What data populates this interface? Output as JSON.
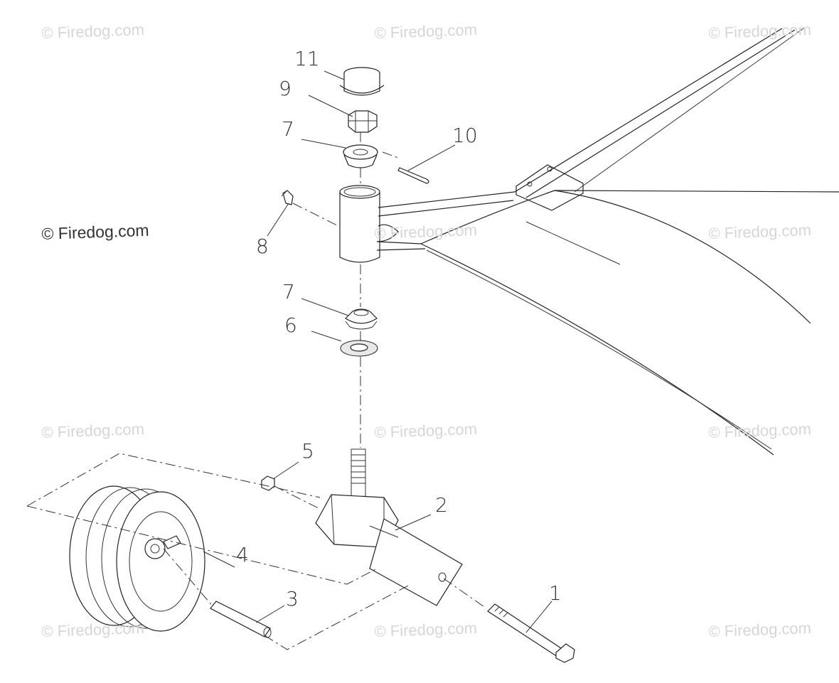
{
  "watermark": "© Firedog.com",
  "callouts": {
    "c1": "1",
    "c2": "2",
    "c3": "3",
    "c4": "4",
    "c5": "5",
    "c6": "6",
    "c7a": "7",
    "c7b": "7",
    "c8": "8",
    "c9": "9",
    "c10": "10",
    "c11": "11"
  },
  "colors": {
    "line": "#222222",
    "watermark_light": "#d6d6d6",
    "watermark_dark": "#333333"
  }
}
